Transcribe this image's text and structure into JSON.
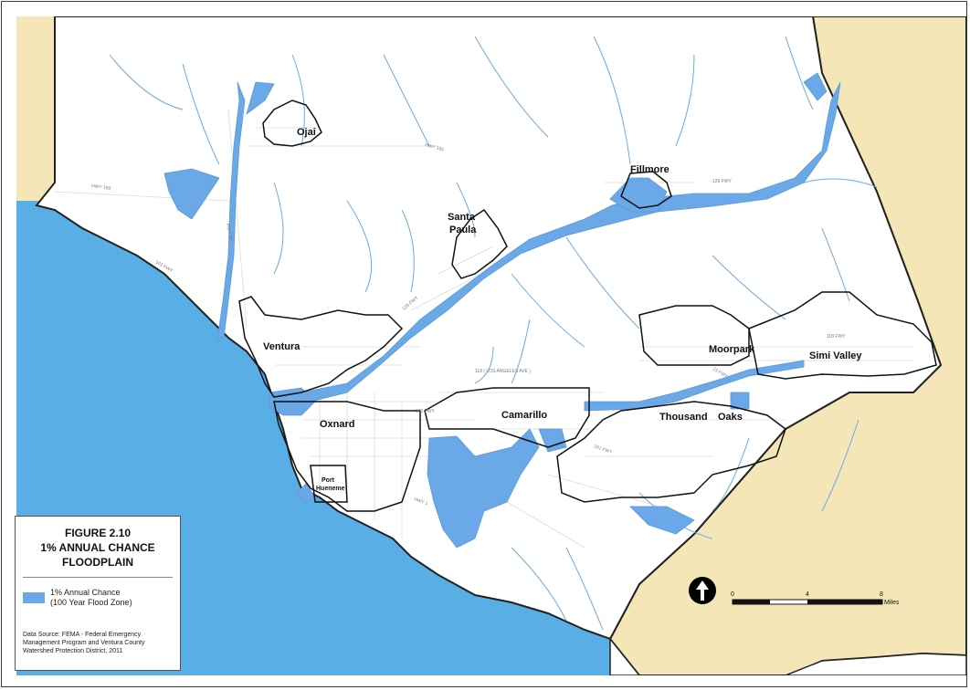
{
  "figure": {
    "number": "FIGURE 2.10",
    "title_line1": "1% ANNUAL CHANCE",
    "title_line2": "FLOODPLAIN"
  },
  "legend": {
    "label_line1": "1% Annual Chance",
    "label_line2": "(100 Year Flood Zone)",
    "flood_color": "#6aa8e8"
  },
  "source": {
    "line1": "Data Source: FEMA - Federal Emergency",
    "line2": "Management Program and Ventura County",
    "line3": "Watershed Protection District,  2011"
  },
  "cities": {
    "ojai": "Ojai",
    "fillmore": "Fillmore",
    "santa": "Santa",
    "paula": "Paula",
    "ventura": "Ventura",
    "oxnard": "Oxnard",
    "camarillo": "Camarillo",
    "moorpark": "Moorpark",
    "simi_valley": "Simi Valley",
    "thousand": "Thousand",
    "oaks": "Oaks",
    "port": "Port",
    "hueneme": "Hueneme"
  },
  "roads": {
    "hwy150_west": "HWY 150",
    "hwy150_ojai": "HWY 150",
    "hwy33": "HWY 33",
    "fwy101": "101 FWY",
    "fwy126": "126 FWY",
    "fwy126_east": "126 FWY",
    "fwy118": "118 FWY",
    "hwy1": "HWY 1",
    "fwy101_oxnard": "101 FWY",
    "fwy101_to": "101 FWY",
    "los_angeles_ave": "118 ( LOS ANGELES AVE )",
    "fwy23": "23 FWY"
  },
  "scale": {
    "zero": "0",
    "four": "4",
    "eight": "8",
    "unit": "Miles"
  },
  "colors": {
    "ocean": "#5aaee6",
    "land_other_county": "#f5e6b8",
    "land": "#ffffff",
    "water": "#6aa8e8",
    "streets": "#dcdcdc"
  }
}
